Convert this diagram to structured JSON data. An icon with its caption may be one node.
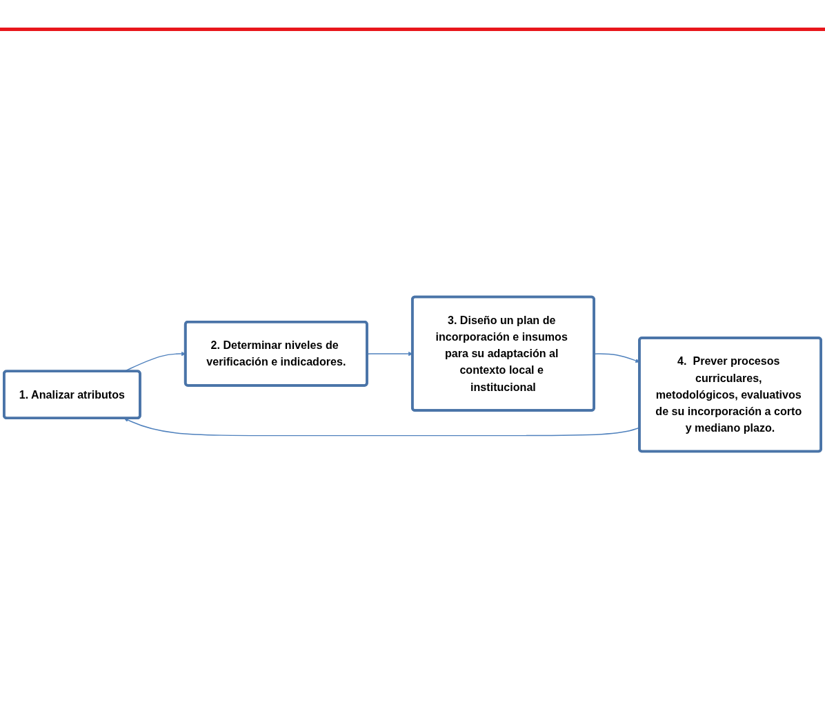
{
  "diagram": {
    "nodes": [
      {
        "text": [
          "1. Analizar atributos"
        ]
      },
      {
        "text": [
          "2. Determinar niveles de verificación e indicadores."
        ]
      },
      {
        "text": [
          "3. Diseño un plan de incorporación e insumos para su adaptación al contexto local e institucional"
        ]
      },
      {
        "text": [
          "4.  Prever procesos curriculares, metodológicos, evaluativos de su incorporación a corto y mediano plazo."
        ]
      }
    ],
    "edges": [
      {
        "from": 0,
        "to": 1,
        "arrow": "to"
      },
      {
        "from": 1,
        "to": 2,
        "arrow": "to"
      },
      {
        "from": 2,
        "to": 3,
        "arrow": "to"
      },
      {
        "from": 3,
        "to": 0,
        "arrow": "to"
      }
    ]
  }
}
